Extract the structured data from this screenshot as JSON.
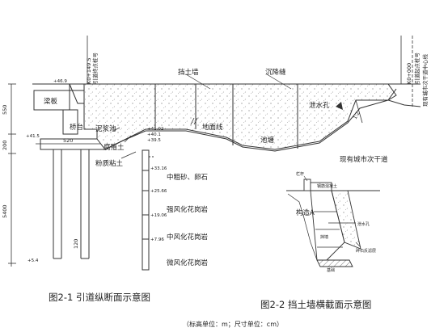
{
  "long_section": {
    "caption": "图2-1   引道纵断面示意图",
    "labels": {
      "beam": "梁板",
      "abutment": "桥台",
      "mud_pool": "泥浆池",
      "humus": "腐殖土",
      "silty_clay": "粉质粘土",
      "retaining_wall": "挡土墙",
      "settlement_joint": "沉降缝",
      "ground_line": "地面线",
      "drain_hole": "泄水孔",
      "pond": "池塘",
      "sand_gravel": "中粗砂、卵石",
      "strong_weathered": "强风化花岗岩",
      "medium_weathered": "中风化花岗岩",
      "slight_weathered": "微风化花岗岩",
      "end_station_v": "引道终点桩号",
      "end_station_no": "K0+149.5",
      "start_station_v": "引道起点桩号",
      "start_station_no": "K0+000",
      "road_center_v": "现有城市次干道中心线",
      "existing_road": "现有城市次干道",
      "slope": "1:2"
    },
    "dimensions": {
      "d550": "550",
      "d200": "200",
      "d520": "520",
      "d5400": "5400",
      "d120": "120"
    },
    "elevations": {
      "e469": "+46.9",
      "e415": "+41.5",
      "e410": "+41.02",
      "e401": "+40.1",
      "e395": "+39.5",
      "e331": "+33.16",
      "e256": "+25.66",
      "e190": "+19.06",
      "e79": "+7.96",
      "e54": "+5.4"
    }
  },
  "cross_section": {
    "caption": "图2-2   挡土墙横截面示意图",
    "labels": {
      "railing": "栏杆",
      "cap_beam": "钢筋混凝土",
      "structure_a": "构造A",
      "drain_hole": "泄水孔",
      "retaining_wall": "挡墙",
      "gravel_layer": "碎石反滤层",
      "foundation": "基础"
    }
  },
  "units_note": "（标高单位：m；尺寸单位：cm）"
}
